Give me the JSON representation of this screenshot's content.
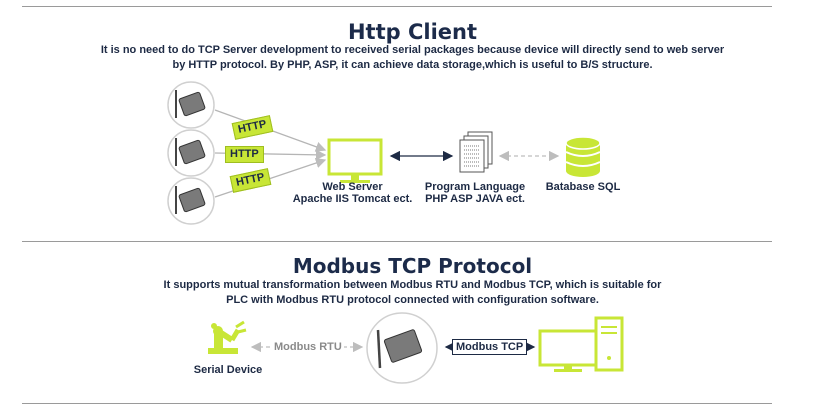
{
  "http_section": {
    "title": "Http Client",
    "desc_line1": "It is no need to do TCP Server development to received serial packages because device will directly send to web server",
    "desc_line2": "by HTTP protocol. By PHP, ASP, it can achieve data storage,which is useful to B/S structure.",
    "tags": [
      "HTTP",
      "HTTP",
      "HTTP"
    ],
    "web_server_line1": "Web Server",
    "web_server_line2": "Apache IIS Tomcat ect.",
    "program_line1": "Program Language",
    "program_line2": "PHP ASP JAVA ect.",
    "database_label": "Batabase SQL"
  },
  "modbus_section": {
    "title": "Modbus TCP Protocol",
    "desc_line1": "It supports mutual transformation between Modbus RTU and Modbus TCP, which is suitable for",
    "desc_line2": "PLC with Modbus RTU protocol connected with configuration software.",
    "rtu_label": "Modbus RTU",
    "tcp_label": "Modbus TCP",
    "serial_device_label": "Serial Device"
  },
  "colors": {
    "accent_green": "#c8e636",
    "navy_text": "#1d2a44",
    "divider": "#9a9a9a"
  }
}
